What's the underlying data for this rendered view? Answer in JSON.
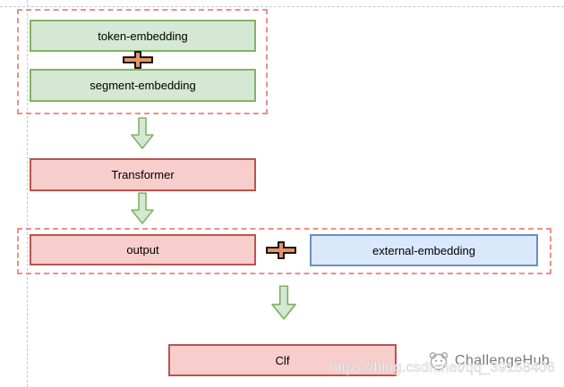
{
  "diagram": {
    "nodes": {
      "token_embedding": "token-embedding",
      "segment_embedding": "segment-embedding",
      "transformer": "Transformer",
      "output": "output",
      "external_embedding": "external-embedding",
      "clf": "Clf"
    },
    "operators": {
      "plus": "+"
    },
    "colors": {
      "green_fill": "#d5e8d4",
      "green_border": "#82b366",
      "red_fill": "#f8cecc",
      "red_border": "#b85450",
      "blue_fill": "#dae8fc",
      "blue_border": "#6c8ebf",
      "frame_dashed": "#ea908c",
      "page_guide": "#c9c9c9",
      "plus_fill": "#e5936b",
      "plus_stroke": "#000000"
    }
  },
  "watermark": {
    "brand": "ChallengeHub",
    "url": "https://blog.csdn.net/qq_39158406"
  }
}
